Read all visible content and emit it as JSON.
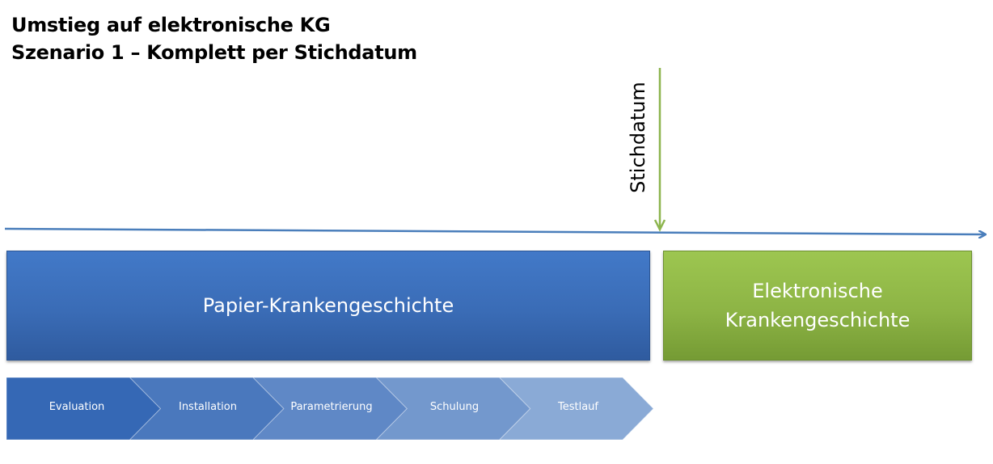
{
  "title": {
    "line1": "Umstieg auf elektronische KG",
    "line2": "Szenario 1 – Komplett per Stichdatum"
  },
  "marker": {
    "label": "Stichdatum"
  },
  "phases": {
    "paper": "Papier-Krankengeschichte",
    "electronic_line1": "Elektronische",
    "electronic_line2": "Krankengeschichte"
  },
  "steps": [
    {
      "label": "Evaluation"
    },
    {
      "label": "Installation"
    },
    {
      "label": "Parametrierung"
    },
    {
      "label": "Schulung"
    },
    {
      "label": "Testlauf"
    }
  ],
  "colors": {
    "timeline": "#4a7ebb",
    "marker": "#8db54e",
    "paper_phase": "#3b6fba",
    "electronic_phase": "#8fb649",
    "steps": [
      "#3568b5",
      "#4a78bd",
      "#5f88c6",
      "#7398cd",
      "#8aaad6"
    ]
  }
}
